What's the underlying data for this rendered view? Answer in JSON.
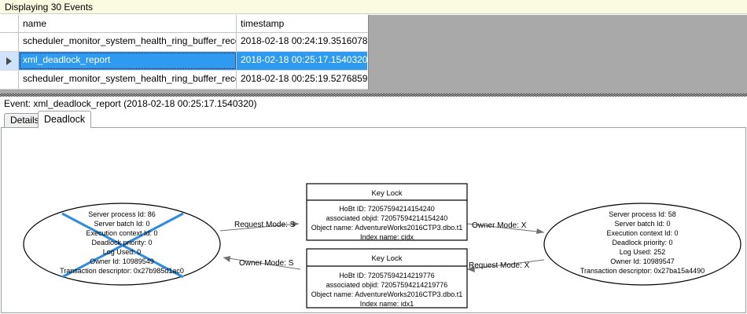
{
  "banner": {
    "text": "Displaying 30 Events"
  },
  "grid": {
    "columns": [
      "name",
      "timestamp"
    ],
    "rows": [
      {
        "selected": false,
        "name": "scheduler_monitor_system_health_ring_buffer_recorded",
        "timestamp": "2018-02-18 00:24:19.3516078"
      },
      {
        "selected": true,
        "name": "xml_deadlock_report",
        "timestamp": "2018-02-18 00:25:17.1540320"
      },
      {
        "selected": false,
        "name": "scheduler_monitor_system_health_ring_buffer_recorded",
        "timestamp": "2018-02-18 00:25:19.5276859"
      }
    ]
  },
  "event_header": {
    "text": "Event: xml_deadlock_report (2018-02-18 00:25:17.1540320)"
  },
  "tabs": [
    {
      "label": "Details",
      "active": false
    },
    {
      "label": "Deadlock",
      "active": true
    }
  ],
  "deadlock_graph": {
    "victim_color": "#2e8bdd",
    "processes": [
      {
        "id": "left-process",
        "victim": true,
        "lines": [
          "Server process Id: 86",
          "Server batch Id: 0",
          "Execution context Id: 0",
          "Deadlock priority: 0",
          "Log Used: 0",
          "Owner Id: 10989549",
          "Transaction descriptor: 0x27b985d1ac0"
        ]
      },
      {
        "id": "right-process",
        "victim": false,
        "lines": [
          "Server process Id: 58",
          "Server batch Id: 0",
          "Execution context Id: 0",
          "Deadlock priority: 0",
          "Log Used: 252",
          "Owner Id: 10989547",
          "Transaction descriptor: 0x27ba15a4490"
        ]
      }
    ],
    "resources": [
      {
        "id": "key-lock-top",
        "title": "Key Lock",
        "lines": [
          "HoBt ID: 72057594214154240",
          "associated objid: 72057594214154240",
          "Object name: AdventureWorks2016CTP3.dbo.t1",
          "Index name: cidx"
        ]
      },
      {
        "id": "key-lock-bottom",
        "title": "Key Lock",
        "lines": [
          "HoBt ID: 72057594214219776",
          "associated objid: 72057594214219776",
          "Object name: AdventureWorks2016CTP3.dbo.t1",
          "Index name: idx1"
        ]
      }
    ],
    "edges": [
      {
        "id": "edge-left-request",
        "label": "Request Mode: S"
      },
      {
        "id": "edge-right-owner",
        "label": "Owner Mode: X"
      },
      {
        "id": "edge-left-owner",
        "label": "Owner Mode: S"
      },
      {
        "id": "edge-right-request",
        "label": "Request Mode: X"
      }
    ]
  }
}
